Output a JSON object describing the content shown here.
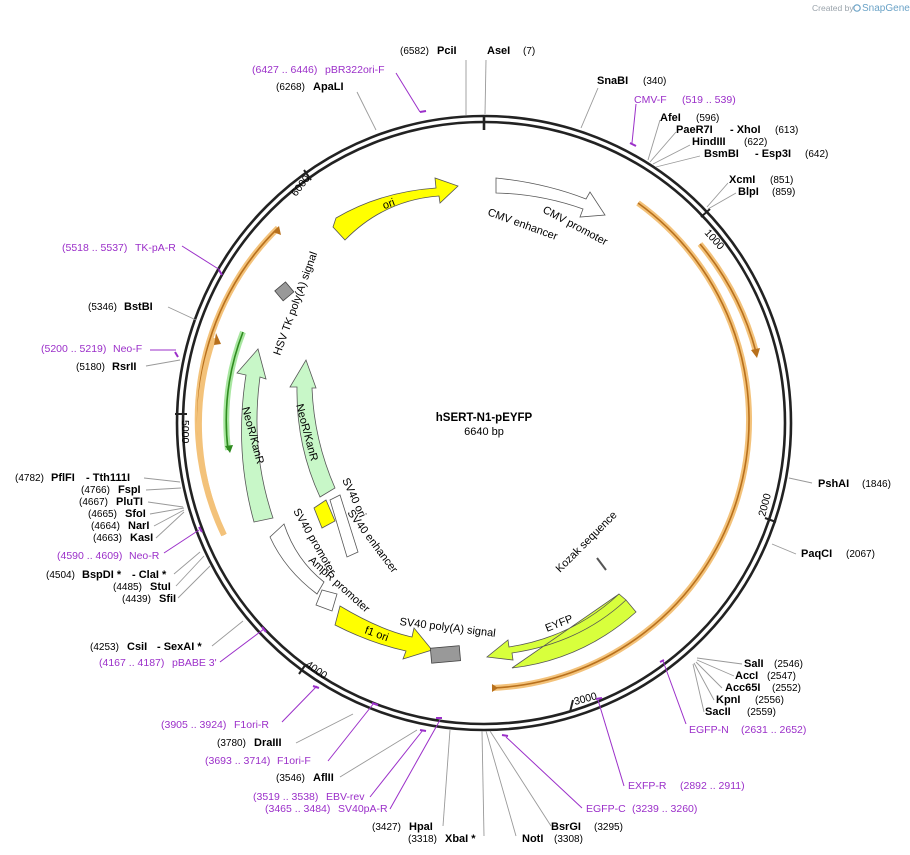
{
  "header": {
    "created_by": "Created by",
    "brand": "SnapGene"
  },
  "plasmid": {
    "name": "hSERT-N1-pEYFP",
    "size": "6640 bp"
  },
  "ticks": [
    "1000",
    "2000",
    "3000",
    "4000",
    "5000",
    "6000"
  ],
  "enzymes": [
    {
      "name": "PciI",
      "pos": "(6582)"
    },
    {
      "name": "AseI",
      "pos": "(7)"
    },
    {
      "name": "SnaBI",
      "pos": "(340)"
    },
    {
      "name": "ApaLI",
      "pos": "(6268)"
    },
    {
      "name": "AfeI",
      "pos": "(596)"
    },
    {
      "name": "PaeR7I",
      "name2": "- XhoI",
      "pos": "(613)"
    },
    {
      "name": "HindIII",
      "pos": "(622)"
    },
    {
      "name": "BsmBI",
      "name2": "- Esp3I",
      "pos": "(642)"
    },
    {
      "name": "XcmI",
      "pos": "(851)"
    },
    {
      "name": "BlpI",
      "pos": "(859)"
    },
    {
      "name": "BstBI",
      "pos": "(5346)"
    },
    {
      "name": "RsrII",
      "pos": "(5180)"
    },
    {
      "name": "PshAI",
      "pos": "(1846)"
    },
    {
      "name": "PaqCI",
      "pos": "(2067)"
    },
    {
      "name": "PflFI",
      "name2": "- Tth111I",
      "pos": "(4782)"
    },
    {
      "name": "FspI",
      "pos": "(4766)"
    },
    {
      "name": "PluTI",
      "pos": "(4667)"
    },
    {
      "name": "SfoI",
      "pos": "(4665)"
    },
    {
      "name": "NarI",
      "pos": "(4664)"
    },
    {
      "name": "KasI",
      "pos": "(4663)"
    },
    {
      "name": "BspDI *",
      "name2": "- ClaI *",
      "pos": "(4504)"
    },
    {
      "name": "StuI",
      "pos": "(4485)"
    },
    {
      "name": "SfiI",
      "pos": "(4439)"
    },
    {
      "name": "CsiI",
      "name2": "- SexAI *",
      "pos": "(4253)"
    },
    {
      "name": "SalI",
      "pos": "(2546)"
    },
    {
      "name": "AccI",
      "pos": "(2547)"
    },
    {
      "name": "Acc65I",
      "pos": "(2552)"
    },
    {
      "name": "KpnI",
      "pos": "(2556)"
    },
    {
      "name": "SacII",
      "pos": "(2559)"
    },
    {
      "name": "DraIII",
      "pos": "(3780)"
    },
    {
      "name": "AflII",
      "pos": "(3546)"
    },
    {
      "name": "HpaI",
      "pos": "(3427)"
    },
    {
      "name": "XbaI *",
      "pos": "(3318)"
    },
    {
      "name": "NotI",
      "pos": "(3308)"
    },
    {
      "name": "BsrGI",
      "pos": "(3295)"
    }
  ],
  "primers": [
    {
      "range": "(6427 .. 6446)",
      "name": "pBR322ori-F"
    },
    {
      "range": "(519 .. 539)",
      "name": "CMV-F"
    },
    {
      "range": "(5518 .. 5537)",
      "name": "TK-pA-R"
    },
    {
      "range": "(5200 .. 5219)",
      "name": "Neo-F"
    },
    {
      "range": "(4590 .. 4609)",
      "name": "Neo-R"
    },
    {
      "range": "(4167 .. 4187)",
      "name": "pBABE 3'"
    },
    {
      "range": "(3905 .. 3924)",
      "name": "F1ori-R"
    },
    {
      "range": "(3693 .. 3714)",
      "name": "F1ori-F"
    },
    {
      "range": "(3519 .. 3538)",
      "name": "EBV-rev"
    },
    {
      "range": "(3465 .. 3484)",
      "name": "SV40pA-R"
    },
    {
      "range": "(3239 .. 3260)",
      "name": "EGFP-C"
    },
    {
      "range": "(2892 .. 2911)",
      "name": "EXFP-R"
    },
    {
      "range": "(2631 .. 2652)",
      "name": "EGFP-N"
    }
  ],
  "features": {
    "ori": "ori",
    "cmv_enhancer": "CMV enhancer",
    "cmv_promoter": "CMV promoter",
    "hsv_tk": "HSV TK poly(A) signal",
    "neor_outer": "NeoR/KanR",
    "neor_inner": "NeoR/KanR",
    "sv40_ori": "SV40 ori",
    "sv40_enhancer": "SV40 enhancer",
    "sv40_promoter": "SV40 promoter",
    "ampr_promoter": "AmpR promoter",
    "f1_ori": "f1 ori",
    "sv40_polya": "SV40 poly(A) signal",
    "eyfp": "EYFP",
    "kozak": "Kozak sequence"
  },
  "colors": {
    "backbone": "#222222",
    "primer": "#9b2fc9",
    "ori": "#ffff00",
    "neor": "#c8f7c8",
    "eyfp": "#d8ff3c",
    "polya": "#999999",
    "orf_arc": "#f3c27a",
    "orf_core": "#b8701c",
    "neo_orf_core": "#2e8b1e"
  }
}
